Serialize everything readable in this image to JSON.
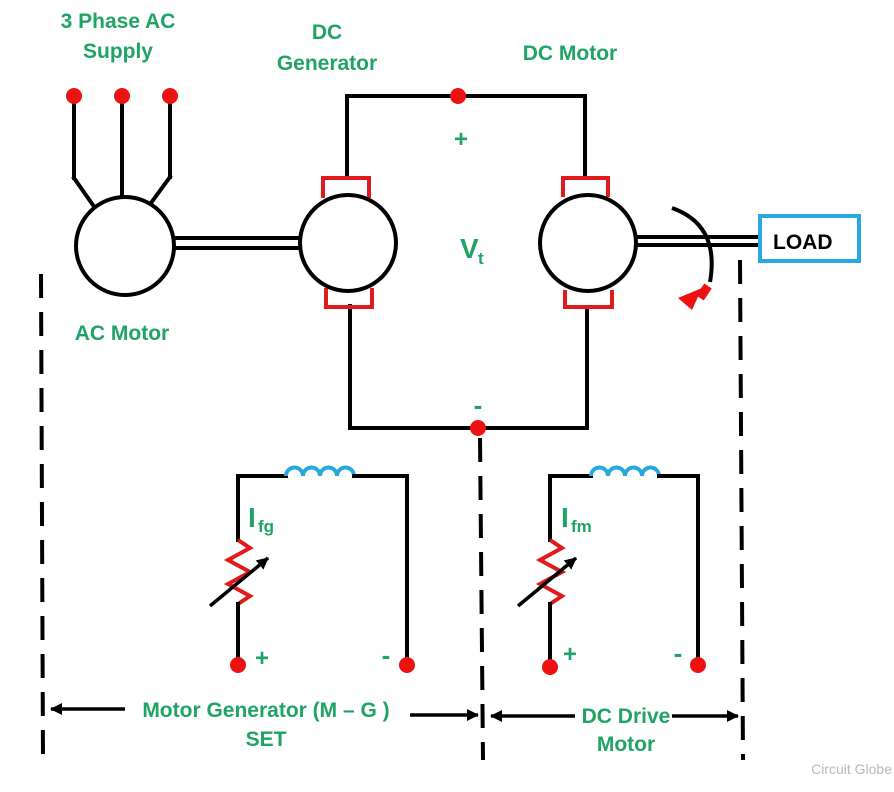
{
  "labels": {
    "ac_supply_line1": "3 Phase AC",
    "ac_supply_line2": "Supply",
    "dc_generator_line1": "DC",
    "dc_generator_line2": "Generator",
    "dc_motor": "DC Motor",
    "ac_motor": "AC Motor",
    "plus": "+",
    "minus": "-",
    "vt_main": "V",
    "vt_sub": "t",
    "ifg_main": "I",
    "ifg_sub": "fg",
    "ifm_main": "I",
    "ifm_sub": "fm",
    "load": "LOAD",
    "mg_set_line1": "Motor Generator (M – G )",
    "mg_set_line2": "SET",
    "dc_drive_line1": "DC Drive",
    "dc_drive_line2": "Motor",
    "watermark": "Circuit Globe"
  },
  "icons": {
    "terminal": "red-dot-terminal",
    "machine": "circle-machine",
    "field_coil": "inductor-coil",
    "rheostat": "variable-resistor",
    "rotation": "curved-arrow"
  },
  "colors": {
    "label_green": "#1fa463",
    "terminal_red": "#ee1111",
    "brush_red": "#e01b1b",
    "coil_blue": "#29a8e0",
    "wire_black": "#000000",
    "watermark_gray": "#b9b9b9"
  }
}
